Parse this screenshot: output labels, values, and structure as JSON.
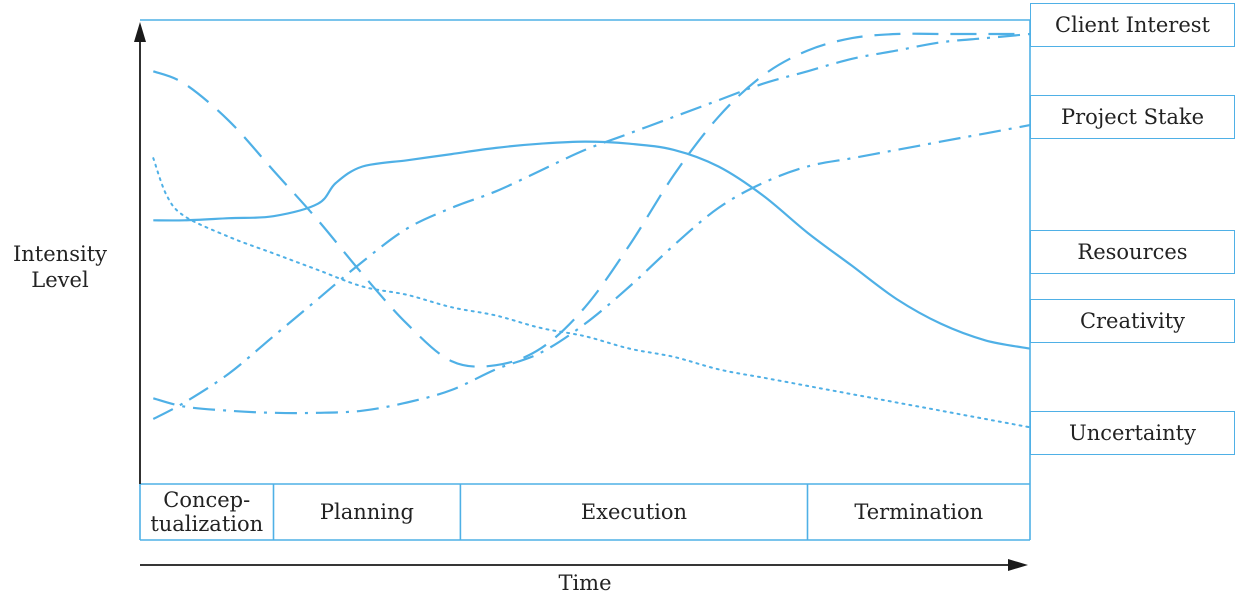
{
  "chart_data": {
    "type": "line",
    "title": "",
    "xlabel": "Time",
    "ylabel": "Intensity Level",
    "xlim": [
      0,
      100
    ],
    "ylim": [
      0,
      100
    ],
    "phases": [
      {
        "label": "Concep-\ntualization",
        "start": 0,
        "end": 15
      },
      {
        "label": "Planning",
        "start": 15,
        "end": 36
      },
      {
        "label": "Execution",
        "start": 36,
        "end": 75
      },
      {
        "label": "Termination",
        "start": 75,
        "end": 100
      }
    ],
    "legend_position": "right",
    "series": [
      {
        "name": "Client Interest",
        "style": "dashed",
        "x": [
          1.5,
          5,
          10,
          15,
          20,
          25,
          30,
          35,
          40,
          45,
          50,
          55,
          60,
          65,
          70,
          75,
          80,
          85,
          90,
          95,
          98.5
        ],
        "y": [
          91,
          88,
          79,
          67,
          55,
          42,
          30,
          21,
          20,
          24,
          34,
          49,
          66,
          80,
          90,
          96,
          99,
          100,
          100,
          100,
          100
        ]
      },
      {
        "name": "Project Stake",
        "style": "dash-dot",
        "x": [
          1.5,
          5,
          10,
          15,
          20,
          25,
          30,
          35,
          40,
          45,
          50,
          55,
          60,
          65,
          70,
          75,
          80,
          85,
          90,
          95,
          100
        ],
        "y": [
          7,
          11,
          18,
          27,
          36,
          45,
          53,
          58,
          62,
          67,
          72,
          76,
          80,
          84,
          88,
          91,
          94,
          96,
          98,
          99,
          100
        ]
      },
      {
        "name": "Resources",
        "style": "solid",
        "x": [
          1.5,
          5,
          10,
          15,
          20,
          22,
          25,
          30,
          35,
          40,
          45,
          50,
          55,
          60,
          65,
          70,
          75,
          80,
          85,
          90,
          95,
          100
        ],
        "y": [
          55,
          55,
          55.5,
          56,
          59,
          64,
          68,
          69.5,
          71,
          72.5,
          73.5,
          74,
          73.5,
          72,
          68,
          61,
          52,
          44,
          36,
          30,
          26,
          24
        ]
      },
      {
        "name": "Creativity",
        "style": "dash-dot",
        "x": [
          1.5,
          5,
          10,
          15,
          20,
          25,
          30,
          35,
          40,
          45,
          50,
          55,
          60,
          65,
          70,
          75,
          80,
          85,
          90,
          95,
          100
        ],
        "y": [
          12,
          10,
          9,
          8.5,
          8.5,
          9,
          11,
          14,
          19,
          23,
          30,
          39,
          49,
          58,
          64,
          68,
          70,
          72,
          74,
          76,
          78
        ]
      },
      {
        "name": "Uncertainty",
        "style": "dotted",
        "x": [
          1.5,
          3,
          5,
          10,
          15,
          20,
          25,
          30,
          35,
          40,
          45,
          50,
          55,
          60,
          65,
          70,
          75,
          80,
          85,
          90,
          95,
          100
        ],
        "y": [
          70,
          61,
          56,
          51,
          47,
          43,
          39,
          37,
          34,
          32,
          29,
          27,
          24,
          22,
          19,
          17,
          15,
          13,
          11,
          9,
          7,
          5
        ]
      }
    ]
  },
  "colors": {
    "line": "#4fb0e6",
    "axis": "#1a1a1a",
    "text": "#222222"
  }
}
